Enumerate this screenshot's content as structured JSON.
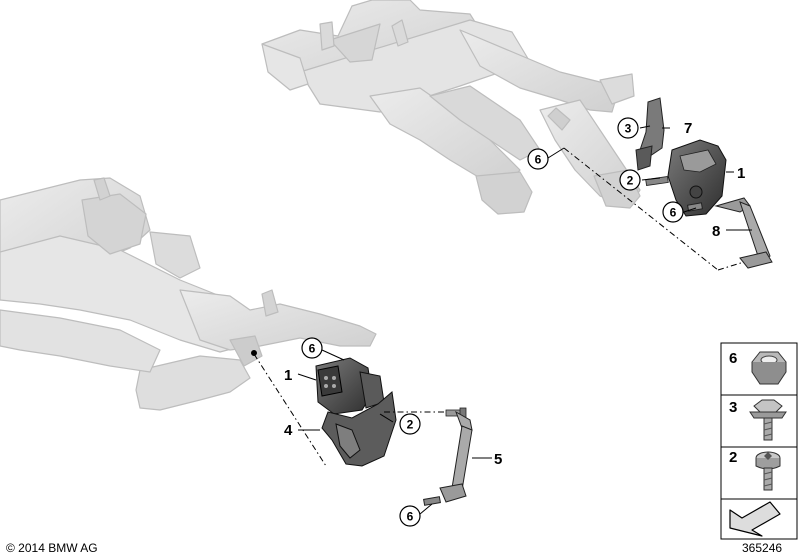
{
  "callouts": {
    "rear": [
      {
        "id": "r3",
        "label": "3",
        "circled": true
      },
      {
        "id": "r7",
        "label": "7",
        "circled": false
      },
      {
        "id": "r6a",
        "label": "6",
        "circled": true
      },
      {
        "id": "r1",
        "label": "1",
        "circled": false
      },
      {
        "id": "r2",
        "label": "2",
        "circled": true
      },
      {
        "id": "r6b",
        "label": "6",
        "circled": true
      },
      {
        "id": "r8",
        "label": "8",
        "circled": false
      }
    ],
    "front": [
      {
        "id": "f6a",
        "label": "6",
        "circled": true
      },
      {
        "id": "f1",
        "label": "1",
        "circled": false
      },
      {
        "id": "f2",
        "label": "2",
        "circled": true
      },
      {
        "id": "f4",
        "label": "4",
        "circled": false
      },
      {
        "id": "f5",
        "label": "5",
        "circled": false
      },
      {
        "id": "f6b",
        "label": "6",
        "circled": true
      }
    ]
  },
  "legend": [
    {
      "label": "6",
      "part": "nut"
    },
    {
      "label": "3",
      "part": "hex-bolt"
    },
    {
      "label": "2",
      "part": "torx-bolt"
    }
  ],
  "footer": {
    "copyright": "© 2014 BMW AG",
    "reference": "365246"
  }
}
